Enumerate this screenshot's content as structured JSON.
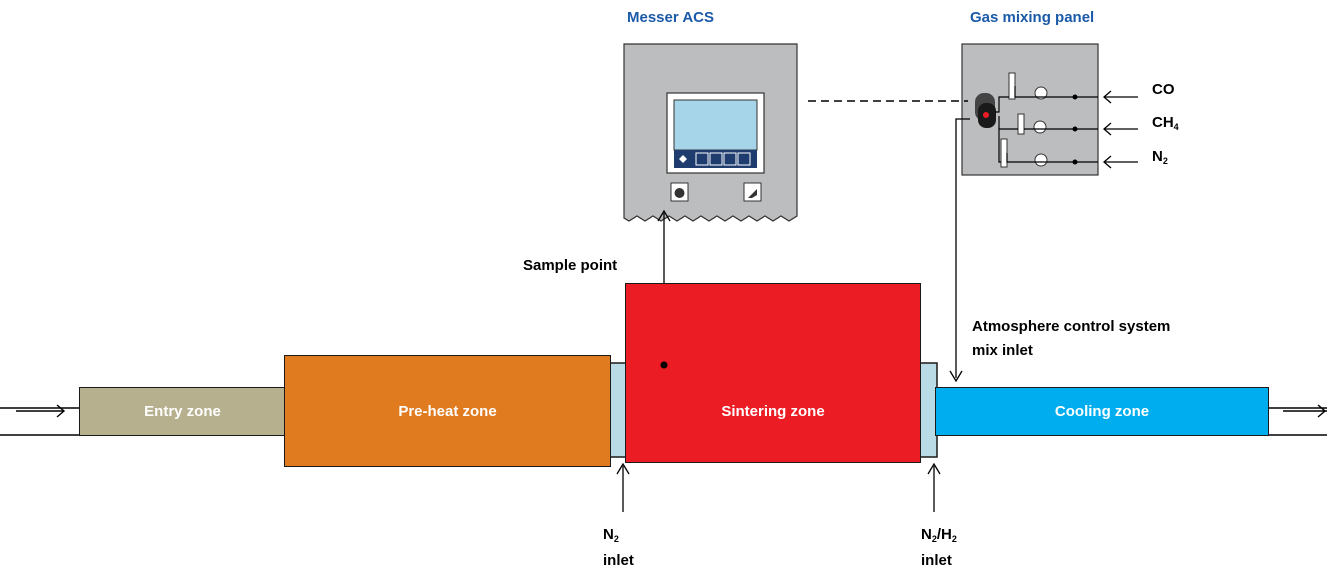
{
  "title_acs": "Messer ACS",
  "title_mixing": "Gas mixing panel",
  "gases": {
    "co": "CO",
    "ch4_main": "CH",
    "ch4_sub": "4",
    "n2_main": "N",
    "n2_sub": "2"
  },
  "labels": {
    "sample_point": "Sample point",
    "atm_line1": "Atmosphere control system",
    "atm_line2": "mix inlet",
    "n2_inlet_main": "N",
    "n2_inlet_sub": "2",
    "n2_inlet_word": "inlet",
    "n2h2_inlet_n": "N",
    "n2h2_inlet_n_sub": "2",
    "n2h2_inlet_slash_h": "/H",
    "n2h2_inlet_h_sub": "2",
    "n2h2_inlet_word": "inlet"
  },
  "zones": {
    "entry": "Entry zone",
    "preheat": "Pre-heat zone",
    "sintering": "Sintering zone",
    "cooling": "Cooling zone"
  },
  "colors": {
    "entry": "#b7b08e",
    "preheat": "#e07b1f",
    "sintering": "#ec1c24",
    "cooling": "#00aeef",
    "spacer": "#b8dbe6",
    "panel": "#bcbdbf",
    "screen": "#a6d4e8",
    "title_blue": "#1b5aa8"
  }
}
